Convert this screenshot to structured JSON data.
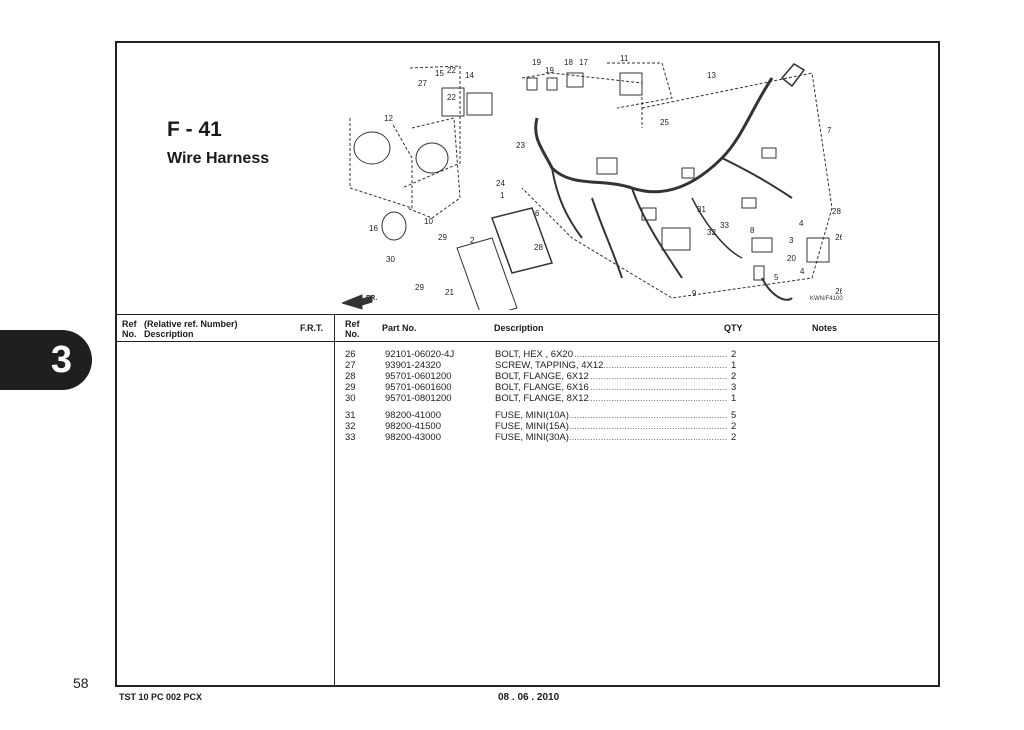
{
  "figure": {
    "code": "F - 41",
    "title": "Wire Harness",
    "diagram_code": "KWN/F4100"
  },
  "callouts": [
    "1",
    "2",
    "3",
    "4",
    "4",
    "5",
    "6",
    "7",
    "8",
    "9",
    "10",
    "11",
    "12",
    "13",
    "14",
    "15",
    "16",
    "17",
    "18",
    "19",
    "19",
    "20",
    "21",
    "22",
    "22",
    "23",
    "24",
    "25",
    "26",
    "26",
    "27",
    "28",
    "28",
    "29",
    "29",
    "30",
    "31",
    "32",
    "33"
  ],
  "direction_label": "FR.",
  "table": {
    "left_headers": {
      "ref": "Ref",
      "no": "No.",
      "rel": "(Relative ref. Number)",
      "desc": "Description",
      "frt": "F.R.T."
    },
    "right_headers": {
      "ref": "Ref",
      "no": "No.",
      "part": "Part No.",
      "desc": "Description",
      "qty": "QTY",
      "notes": "Notes"
    },
    "rows": [
      {
        "ref": "26",
        "part": "92101-06020-4J",
        "desc": "BOLT, HEX , 6X20",
        "qty": "2"
      },
      {
        "ref": "27",
        "part": "93901-24320",
        "desc": "SCREW, TAPPING, 4X12",
        "qty": "1"
      },
      {
        "ref": "28",
        "part": "95701-0601200",
        "desc": "BOLT, FLANGE, 6X12",
        "qty": "2"
      },
      {
        "ref": "29",
        "part": "95701-0601600",
        "desc": "BOLT, FLANGE, 6X16",
        "qty": "3"
      },
      {
        "ref": "30",
        "part": "95701-0801200",
        "desc": "BOLT, FLANGE, 8X12",
        "qty": "1"
      },
      {
        "ref": "31",
        "part": "98200-41000",
        "desc": "FUSE, MINI(10A)",
        "qty": "5"
      },
      {
        "ref": "32",
        "part": "98200-41500",
        "desc": "FUSE, MINI(15A)",
        "qty": "2"
      },
      {
        "ref": "33",
        "part": "98200-43000",
        "desc": "FUSE, MINI(30A)",
        "qty": "2"
      }
    ]
  },
  "chapter_tab": "3",
  "page_number": "58",
  "footer": {
    "doc_code": "TST 10 PC 002 PCX",
    "date": "08 . 06 . 2010"
  }
}
